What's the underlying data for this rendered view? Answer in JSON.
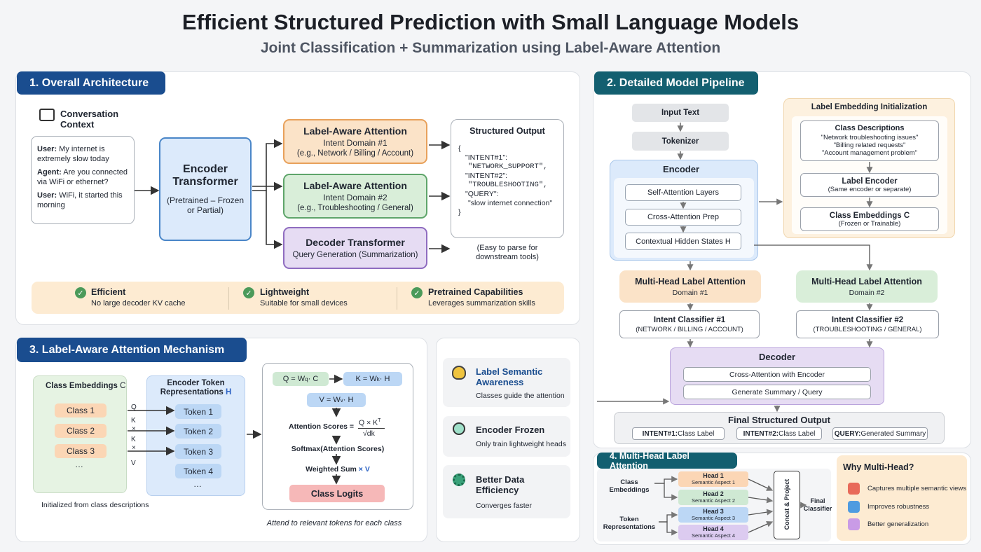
{
  "header": {
    "title": "Efficient Structured Prediction with Small Language Models",
    "subtitle": "Joint Classification + Summarization using Label-Aware Attention"
  },
  "s1": {
    "title": "1. Overall Architecture",
    "conv_title": "Conversation Context",
    "conv_lines": [
      {
        "speaker": "User:",
        "text": " My internet is extremely slow today"
      },
      {
        "speaker": "Agent:",
        "text": " Are you connected via WiFi or ethernet?"
      },
      {
        "speaker": "User:",
        "text": " WiFi, it started this morning"
      }
    ],
    "encoder": {
      "title": "Encoder Transformer",
      "sub": "(Pretrained – Frozen or Partial)"
    },
    "laa1": {
      "title": "Label-Aware Attention",
      "sub": "Intent Domain #1",
      "ex": "(e.g., Network / Billing / Account)"
    },
    "laa2": {
      "title": "Label-Aware Attention",
      "sub": "Intent Domain #2",
      "ex": "(e.g., Troubleshooting / General)"
    },
    "dec": {
      "title": "Decoder Transformer",
      "sub": "Query Generation (Summarization)"
    },
    "out": {
      "title": "Structured Output",
      "open": "{",
      "k1": "\"INTENT#1\":",
      "v1": "\"NETWORK_SUPPORT\",",
      "k2": "\"INTENT#2\":",
      "v2": "\"TROUBLESHOOTING\",",
      "k3": "\"QUERY\":",
      "v3": "\"slow internet connection\"",
      "close": "}"
    },
    "out_note": "(Easy to parse for downstream tools)",
    "benefits": [
      {
        "title": "Efficient",
        "desc": "No large decoder KV cache"
      },
      {
        "title": "Lightweight",
        "desc": "Suitable for small devices"
      },
      {
        "title": "Pretrained Capabilities",
        "desc": "Leverages summarization skills"
      }
    ]
  },
  "s2": {
    "title": "2. Detailed Model Pipeline",
    "input": "Input Text",
    "tokenizer": "Tokenizer",
    "encoder": "Encoder",
    "layers": [
      "Self-Attention Layers",
      "Cross-Attention Prep",
      "Contextual Hidden States H"
    ],
    "lei": {
      "title": "Label Embedding Initialization",
      "cd_title": "Class Descriptions",
      "cd_lines": [
        "\"Network troubleshooting issues\"",
        "\"Billing related requests\"",
        "\"Account management problem\""
      ],
      "le_title": "Label Encoder",
      "le_sub": "(Same encoder or separate)",
      "ce_title": "Class Embeddings C",
      "ce_sub": "(Frozen or Trainable)"
    },
    "mh1": {
      "title": "Multi-Head Label Attention",
      "sub": "Domain #1"
    },
    "mh2": {
      "title": "Multi-Head Label Attention",
      "sub": "Domain #2"
    },
    "ic1": {
      "title": "Intent Classifier #1",
      "sub": "(NETWORK / BILLING / ACCOUNT)"
    },
    "ic2": {
      "title": "Intent Classifier #2",
      "sub": "(TROUBLESHOOTING / GENERAL)"
    },
    "decoder": "Decoder",
    "dec_items": [
      "Cross-Attention with Encoder",
      "Generate Summary / Query"
    ],
    "final": "Final Structured Output",
    "final_items": [
      {
        "k": "INTENT#1:",
        "v": " Class Label"
      },
      {
        "k": "INTENT#2:",
        "v": " Class Label"
      },
      {
        "k": "QUERY:",
        "v": " Generated Summary"
      }
    ]
  },
  "s3": {
    "title": "3. Label-Aware Attention Mechanism",
    "ce_title": "Class Embeddings",
    "ce_sym": "C",
    "classes": [
      "Class 1",
      "Class 2",
      "Class 3",
      "…"
    ],
    "ce_note": "Initialized from class descriptions",
    "letters": [
      "Q",
      "K",
      "×",
      "K",
      "×",
      "V"
    ],
    "etr_title": "Encoder Token Representations",
    "etr_sym": "H",
    "tokens": [
      "Token 1",
      "Token 2",
      "Token 3",
      "Token 4",
      "…"
    ],
    "q": "Q = W",
    "q_sub": "q",
    "q_end": " · C",
    "k": "K = W",
    "k_sub": "k",
    "k_end": " · H",
    "v": "V = W",
    "v_sub": "v",
    "v_end": " · H",
    "as_label": "Attention Scores =",
    "as_num": "Q × K",
    "as_sup": "T",
    "as_den": "√dk",
    "softmax": "Softmax(Attention Scores)",
    "wsum": "Weighted Sum",
    "wsum_x": "× V",
    "logits": "Class Logits",
    "caption": "Attend to relevant tokens for each class"
  },
  "side": [
    {
      "title": "Label Semantic Awareness",
      "desc": "Classes guide the attention"
    },
    {
      "title": "Encoder Frozen",
      "desc": "Only train lightweight heads"
    },
    {
      "title": "Better Data Efficiency",
      "desc": "Converges faster"
    }
  ],
  "s4": {
    "title": "4. Multi-Head Label Attention",
    "in1": "Class Embeddings",
    "in2": "Token Representations",
    "heads": [
      {
        "t": "Head 1",
        "s": "Semantic Aspect 1"
      },
      {
        "t": "Head 2",
        "s": "Semantic Aspect 2"
      },
      {
        "t": "Head 3",
        "s": "Semantic Aspect 3"
      },
      {
        "t": "Head 4",
        "s": "Semantic Aspect 4"
      }
    ],
    "concat": "Concat & Project",
    "final": "Final Classifier",
    "why": "Why Multi-Head?",
    "why_items": [
      "Captures multiple semantic views",
      "Improves robustness",
      "Better generalization"
    ]
  },
  "colors": {
    "blue": "#1a4d8f",
    "teal": "#135f70",
    "orange": "#fbe3c8",
    "green": "#d9eed9",
    "purple": "#e6dcf3",
    "lightblue": "#dceafb"
  }
}
